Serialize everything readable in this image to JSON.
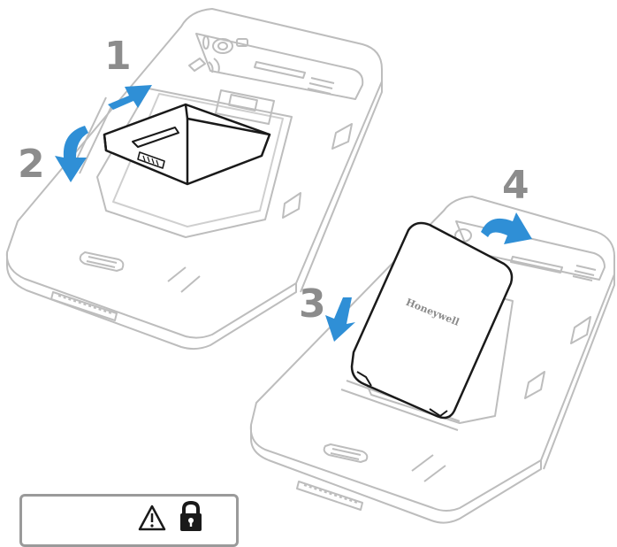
{
  "steps": {
    "s1": "1",
    "s2": "2",
    "s3": "3",
    "s4": "4"
  },
  "cover_brand": "Honeywell",
  "icons": {
    "warning": "warning-icon",
    "lock": "lock-icon"
  },
  "colors": {
    "arrow": "#2f8fd6",
    "device_line": "#b8b8b8",
    "battery_line": "#1a1a1a",
    "label": "#8c8c8c"
  }
}
